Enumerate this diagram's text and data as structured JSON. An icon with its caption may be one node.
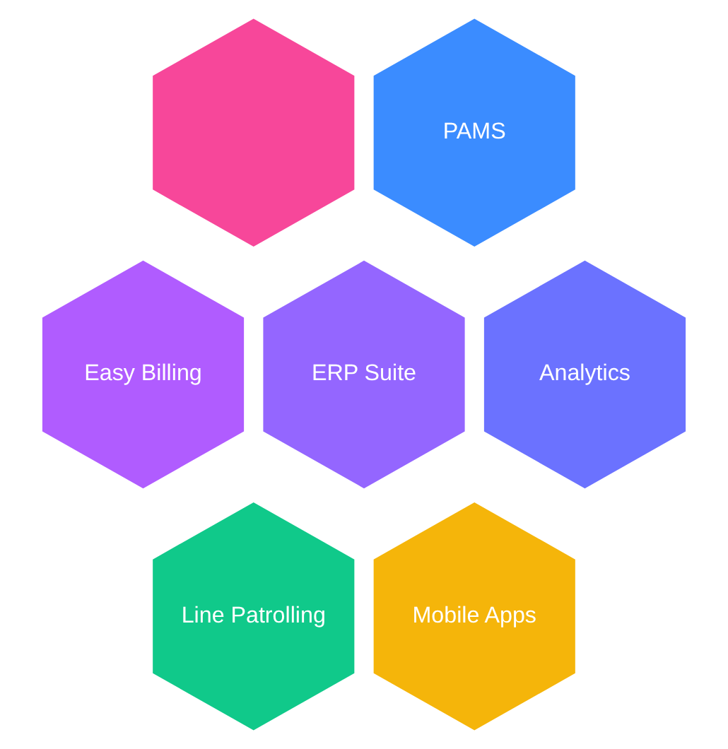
{
  "diagram": {
    "nodes": [
      {
        "text": [],
        "shape": "hexagon"
      },
      {
        "text": [
          "PAMS"
        ]
      },
      {
        "text": [
          "Easy Billing"
        ]
      },
      {
        "text": [
          "ERP Suite"
        ]
      },
      {
        "text": [
          "Analytics"
        ]
      },
      {
        "text": [
          "Line Patrolling"
        ]
      },
      {
        "text": [
          "Mobile Apps"
        ]
      }
    ]
  }
}
